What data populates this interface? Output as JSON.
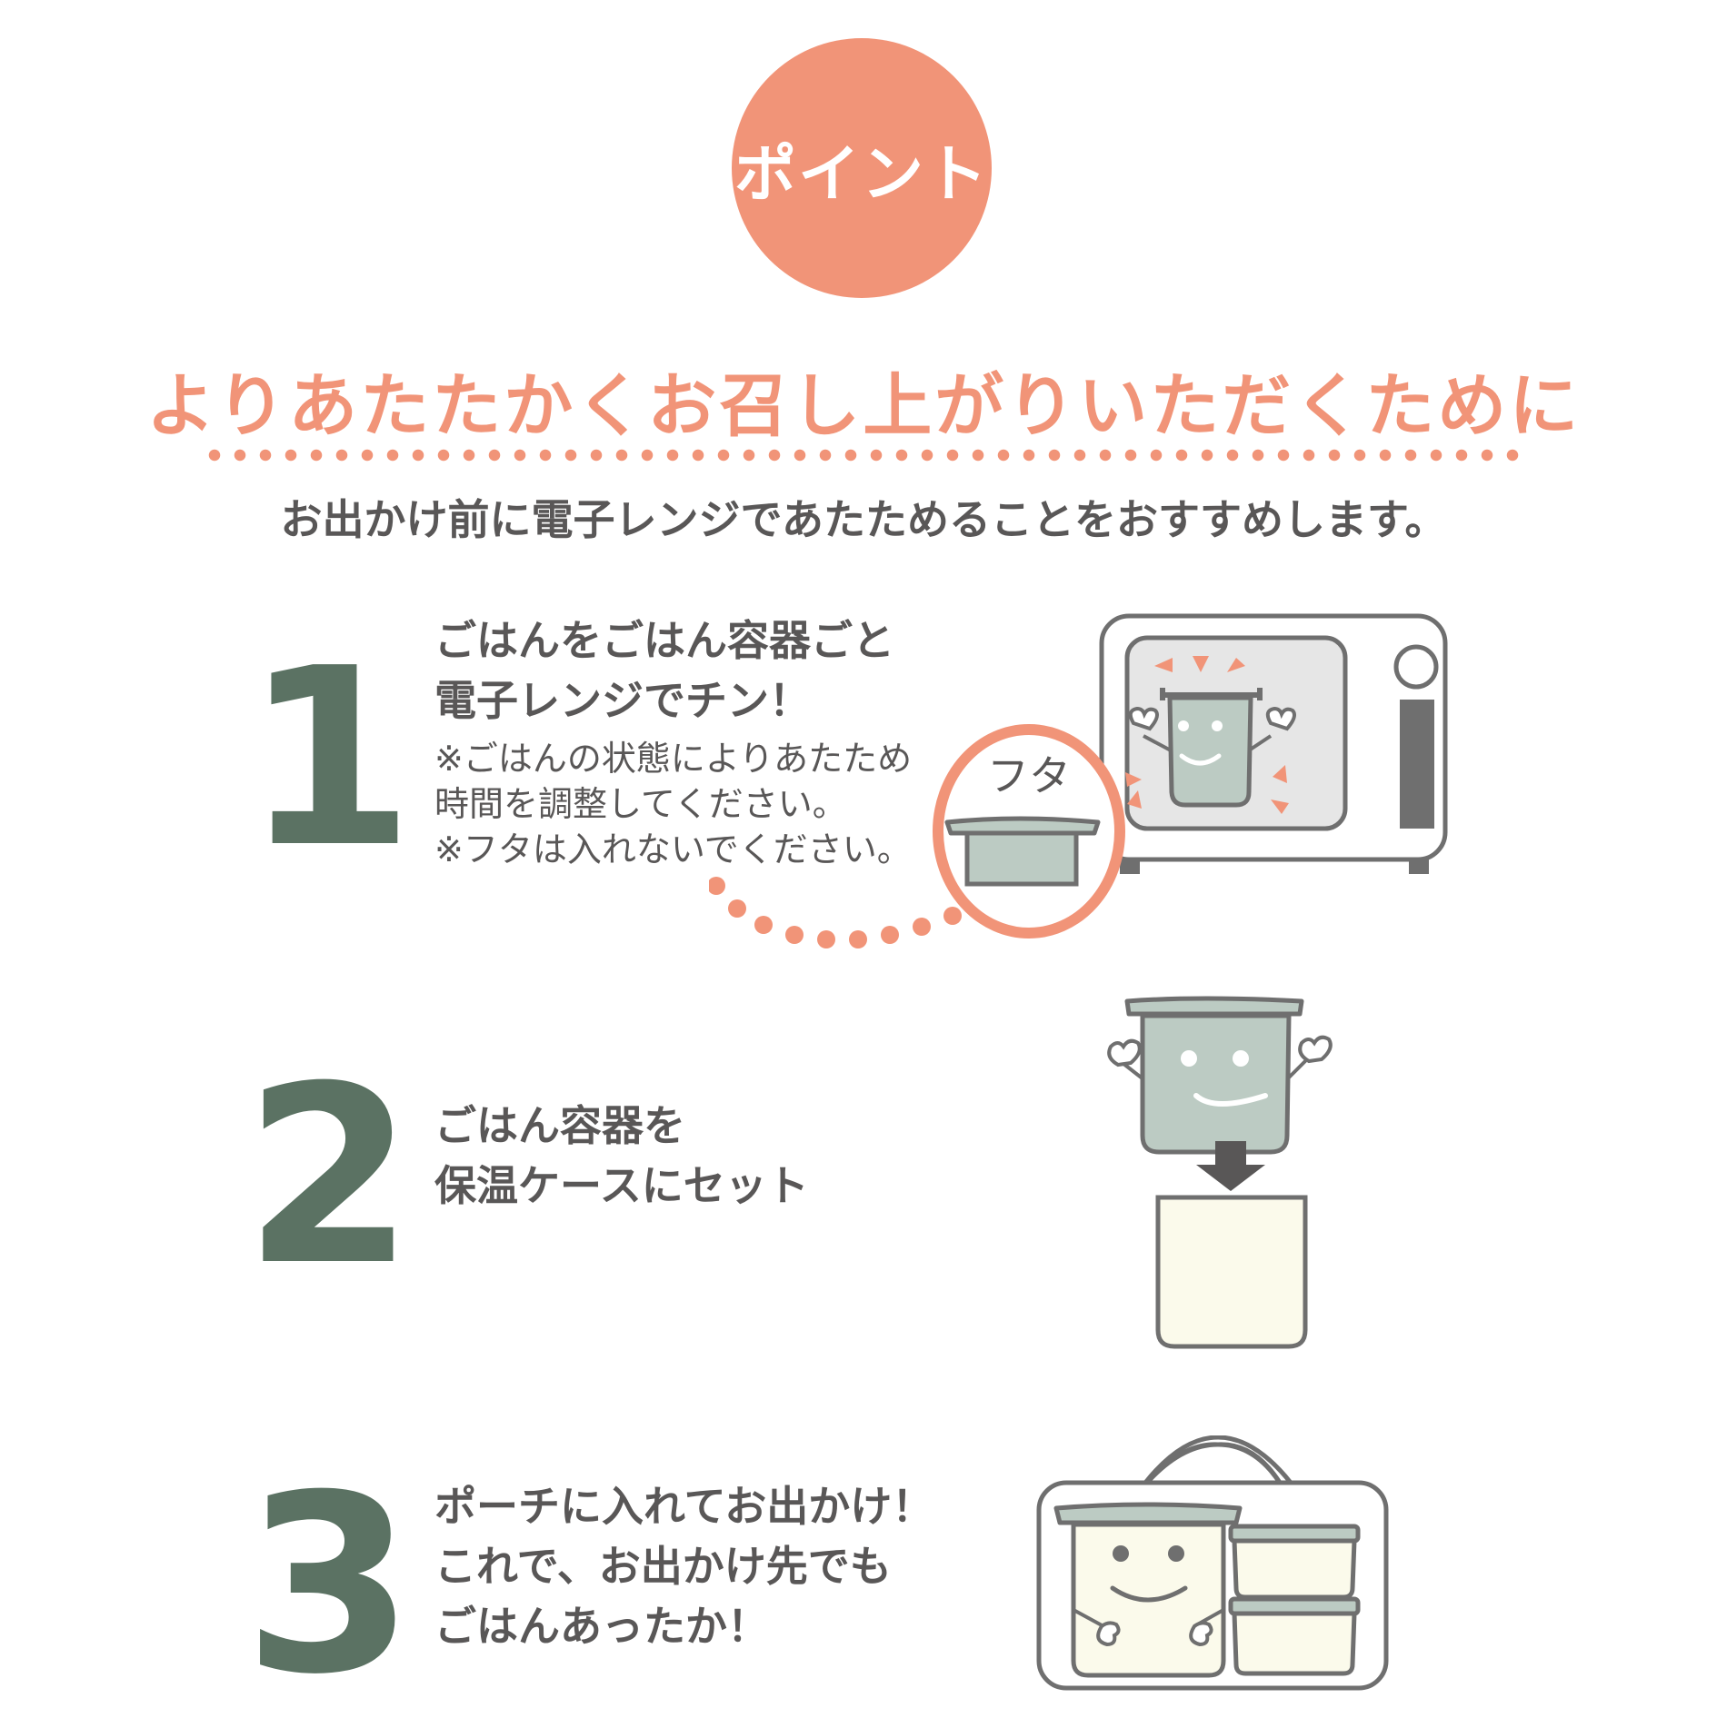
{
  "badge": {
    "label": "ポイント",
    "color": "#f19478"
  },
  "headline": "よりあたたかくお召し上がりいただくために",
  "subline": "お出かけ前に電子レンジであたためることをおすすめします。",
  "colors": {
    "accent": "#f19478",
    "text": "#595757",
    "number": "#5b7263",
    "container": "#bccbc3",
    "case": "#fbfaeb",
    "outline": "#6f6f6f"
  },
  "steps": [
    {
      "number": "1",
      "title_lines": [
        "ごはんをごはん容器ごと",
        "電子レンジでチン！"
      ],
      "notes": [
        "※ごはんの状態によりあたため",
        "時間を調整してください。",
        "※フタは入れないでください。"
      ],
      "illustration": "microwave-with-container",
      "callout_label": "フタ"
    },
    {
      "number": "2",
      "title_lines": [
        "ごはん容器を",
        "保温ケースにセット"
      ],
      "illustration": "container-into-insulated-case"
    },
    {
      "number": "3",
      "title_lines": [
        "ポーチに入れてお出かけ！",
        "これで、お出かけ先でも",
        "ごはんあったか！"
      ],
      "illustration": "lunch-pouch"
    }
  ]
}
